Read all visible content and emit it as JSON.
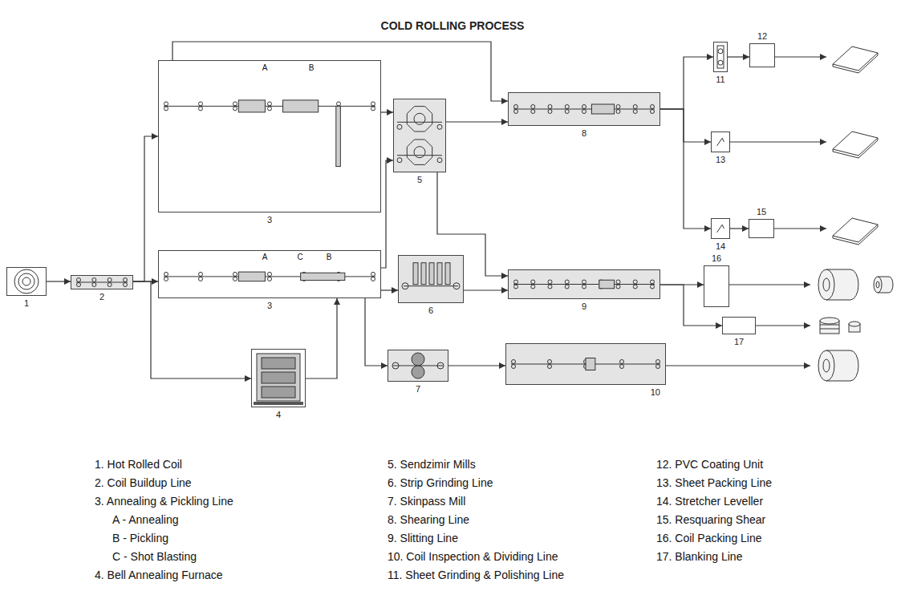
{
  "diagram": {
    "title": "COLD ROLLING PROCESS",
    "nodes": [
      {
        "text": [
          "1"
        ]
      },
      {
        "text": [
          "2"
        ]
      },
      {
        "text": [
          "3"
        ]
      },
      {
        "text": [
          "3"
        ]
      },
      {
        "text": [
          "4"
        ]
      },
      {
        "text": [
          "5"
        ]
      },
      {
        "text": [
          "6"
        ]
      },
      {
        "text": [
          "7"
        ]
      },
      {
        "text": [
          "8"
        ]
      },
      {
        "text": [
          "9"
        ]
      },
      {
        "text": [
          "10"
        ]
      },
      {
        "text": [
          "11"
        ]
      },
      {
        "text": [
          "12"
        ]
      },
      {
        "text": [
          "13"
        ]
      },
      {
        "text": [
          "14"
        ]
      },
      {
        "text": [
          "15"
        ]
      },
      {
        "text": [
          "16"
        ]
      },
      {
        "text": [
          "17"
        ]
      }
    ],
    "edges": [
      {
        "from": 0,
        "to": 1,
        "arrow": "to"
      },
      {
        "from": 1,
        "to": 3,
        "arrow": "to"
      },
      {
        "from": 1,
        "to": 2,
        "arrow": "to"
      },
      {
        "from": 1,
        "to": 4,
        "arrow": "to"
      },
      {
        "from": 4,
        "to": 3,
        "arrow": "to"
      },
      {
        "from": 2,
        "to": 5,
        "arrow": "to"
      },
      {
        "from": 3,
        "to": 5,
        "arrow": "to"
      },
      {
        "from": 3,
        "to": 6,
        "arrow": "to"
      },
      {
        "from": 3,
        "to": 7,
        "arrow": "to"
      },
      {
        "from": 5,
        "to": 8,
        "arrow": "to"
      },
      {
        "from": 2,
        "to": 8,
        "arrow": "to"
      },
      {
        "from": 6,
        "to": 9,
        "arrow": "to"
      },
      {
        "from": 5,
        "to": 9,
        "arrow": "to"
      },
      {
        "from": 7,
        "to": 10,
        "arrow": "to"
      },
      {
        "from": 8,
        "to": 11,
        "arrow": "to"
      },
      {
        "from": 8,
        "to": 13,
        "arrow": "to"
      },
      {
        "from": 8,
        "to": 14,
        "arrow": "to"
      },
      {
        "from": 11,
        "to": 12,
        "arrow": "to"
      },
      {
        "from": 14,
        "to": 15,
        "arrow": "to"
      },
      {
        "from": 9,
        "to": 16,
        "arrow": "to"
      },
      {
        "from": 9,
        "to": 17,
        "arrow": "to"
      }
    ],
    "labels": [
      "A",
      "B",
      "A",
      "C",
      "B",
      "1. Hot Rolled Coil",
      "2. Coil Buildup Line",
      "3. Annealing & Pickling Line",
      "A - Annealing",
      "B - Pickling",
      "C - Shot Blasting",
      "4. Bell Annealing Furnace",
      "5. Sendzimir Mills",
      "6. Strip Grinding Line",
      "7. Skinpass Mill",
      "8. Shearing Line",
      "9. Slitting Line",
      "10. Coil Inspection & Dividing Line",
      "11. Sheet Grinding & Polishing Line",
      "12. PVC Coating Unit",
      "13. Sheet Packing Line",
      "14. Stretcher Leveller",
      "15. Resquaring Shear",
      "16. Coil Packing Line",
      "17. Blanking Line"
    ]
  }
}
